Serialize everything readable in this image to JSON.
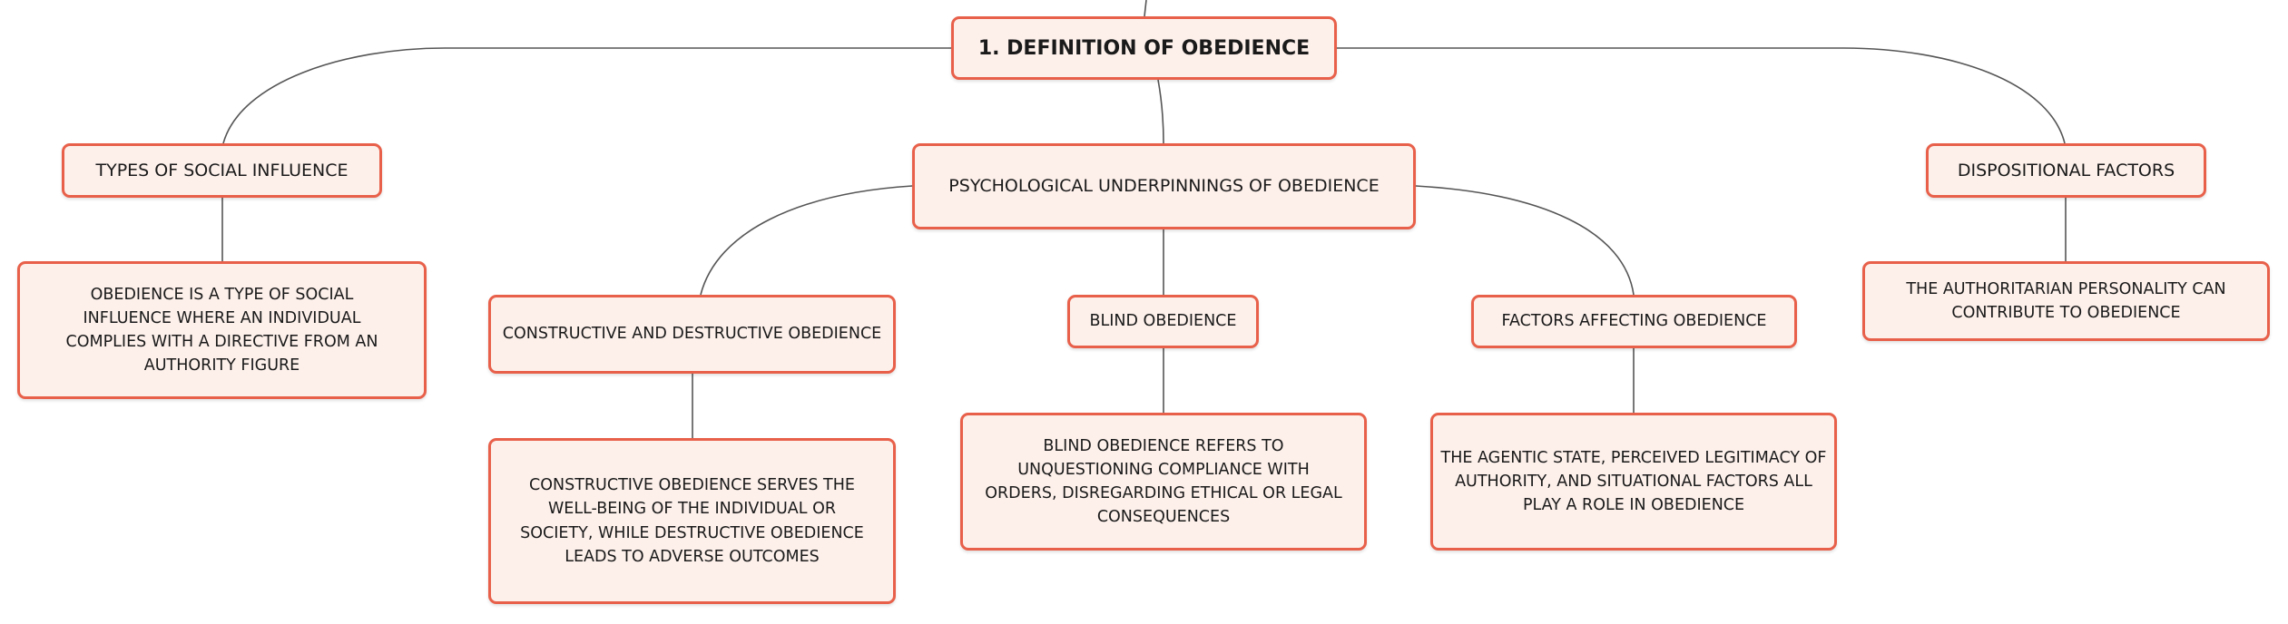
{
  "diagram": {
    "root": {
      "label": "1. DEFINITION OF OBEDIENCE"
    },
    "nodes": {
      "types_of_social_influence": "TYPES OF SOCIAL INFLUENCE",
      "types_of_social_influence_detail": "OBEDIENCE IS A TYPE OF SOCIAL INFLUENCE WHERE AN INDIVIDUAL COMPLIES WITH A DIRECTIVE FROM AN AUTHORITY FIGURE",
      "psychological_underpinnings": "PSYCHOLOGICAL UNDERPINNINGS OF OBEDIENCE",
      "constructive_destructive": "CONSTRUCTIVE AND DESTRUCTIVE OBEDIENCE",
      "constructive_destructive_detail": "CONSTRUCTIVE OBEDIENCE SERVES THE WELL-BEING OF THE INDIVIDUAL OR SOCIETY, WHILE DESTRUCTIVE OBEDIENCE LEADS TO ADVERSE OUTCOMES",
      "blind_obedience": "BLIND OBEDIENCE",
      "blind_obedience_detail": "BLIND OBEDIENCE REFERS TO UNQUESTIONING COMPLIANCE WITH ORDERS, DISREGARDING ETHICAL OR LEGAL CONSEQUENCES",
      "factors_affecting": "FACTORS AFFECTING OBEDIENCE",
      "factors_affecting_detail": "THE AGENTIC STATE, PERCEIVED LEGITIMACY OF AUTHORITY, AND SITUATIONAL FACTORS ALL PLAY A ROLE IN OBEDIENCE",
      "dispositional_factors": "DISPOSITIONAL FACTORS",
      "dispositional_factors_detail": "THE AUTHORITARIAN PERSONALITY CAN CONTRIBUTE TO OBEDIENCE"
    }
  },
  "colors": {
    "node_fill": "#fdf0eb",
    "node_border": "#e8604a",
    "connector": "#555555",
    "text": "#1a1a1a"
  }
}
